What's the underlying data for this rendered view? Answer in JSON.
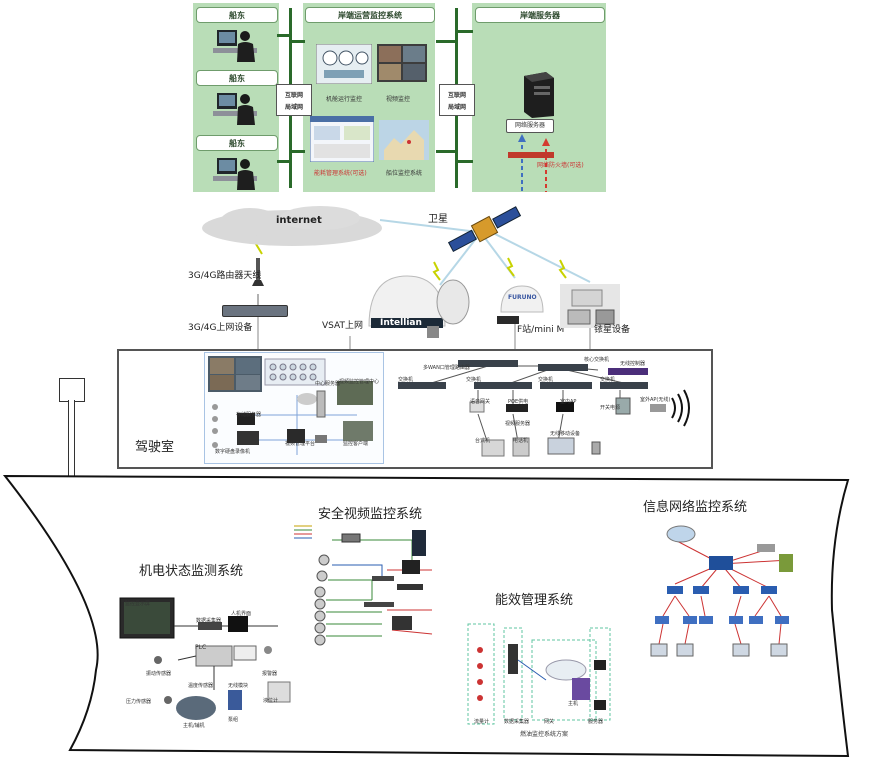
{
  "shore": {
    "ship_label": "船东",
    "monitor_title": "岸端运营监控系统",
    "server_title": "岸端服务器",
    "lan_label_1": "互联网",
    "lan_label_1b": "局域网",
    "lan_label_2": "互联网",
    "lan_label_2b": "局域网",
    "panel_1": "机舱运行监控",
    "panel_2": "视频监控",
    "panel_3": "能耗管理系统(可选)",
    "panel_4": "船位监控系统",
    "server_caption": "网络服务器",
    "firewall_caption": "网络防火墙(可选)"
  },
  "comm": {
    "internet": "internet",
    "satellite": "卫星",
    "router_antenna": "3G/4G路由器天线",
    "router_device": "3G/4G上网设备",
    "vsat": "VSAT上网",
    "vsat_brand": "Intellian",
    "fstation": "F站/mini M",
    "iridium": "铱星设备",
    "fstation_brand": "FURUNO"
  },
  "bridge": {
    "label": "驾驶室",
    "net_labels": {
      "core_switch": "核心交换机",
      "mgmt_switch": "多WAN口管理路由器",
      "ap_ctrl": "无线控制器",
      "switch_a": "交换机",
      "switch_b": "交换机",
      "switch_c": "交换机",
      "switch_d": "交换机",
      "pc": "台式机",
      "phone": "电话机",
      "wifi_devices": "无线移动设备",
      "voip": "语音网关",
      "poe": "POE供电",
      "ap": "室外AP(无线)",
      "media": "视频服务器",
      "ip_cam": "室内AP",
      "power": "开关电源"
    },
    "left_labels": {
      "center": "中心服务器",
      "station": "视频监控管理中心",
      "storage": "存储服务器",
      "video_mgr": "视频管理平台",
      "client": "监控客户端",
      "dvr": "数字硬盘录像机"
    }
  },
  "hull": {
    "video_system": "安全视频监控系统",
    "machine_system": "机电状态监测系统",
    "energy_system": "能效管理系统",
    "network_system": "信息网络监控系统",
    "machine_labels": {
      "display": "监控显示屏",
      "collector": "数据采集器",
      "monitor": "人机界面",
      "plc": "PLC",
      "sensor1": "振动传感器",
      "sensor2": "温度传感器",
      "sensor3": "压力传感器",
      "engine": "主机/辅机",
      "pump": "泵组",
      "tank": "液位计",
      "alarm": "报警器",
      "wireless": "无线模块"
    },
    "energy_labels": {
      "flowmeter": "流量计",
      "collector": "数据采集器",
      "gateway": "网关",
      "server": "服务器",
      "engine": "主机",
      "caption": "燃油监控系统方案"
    }
  }
}
